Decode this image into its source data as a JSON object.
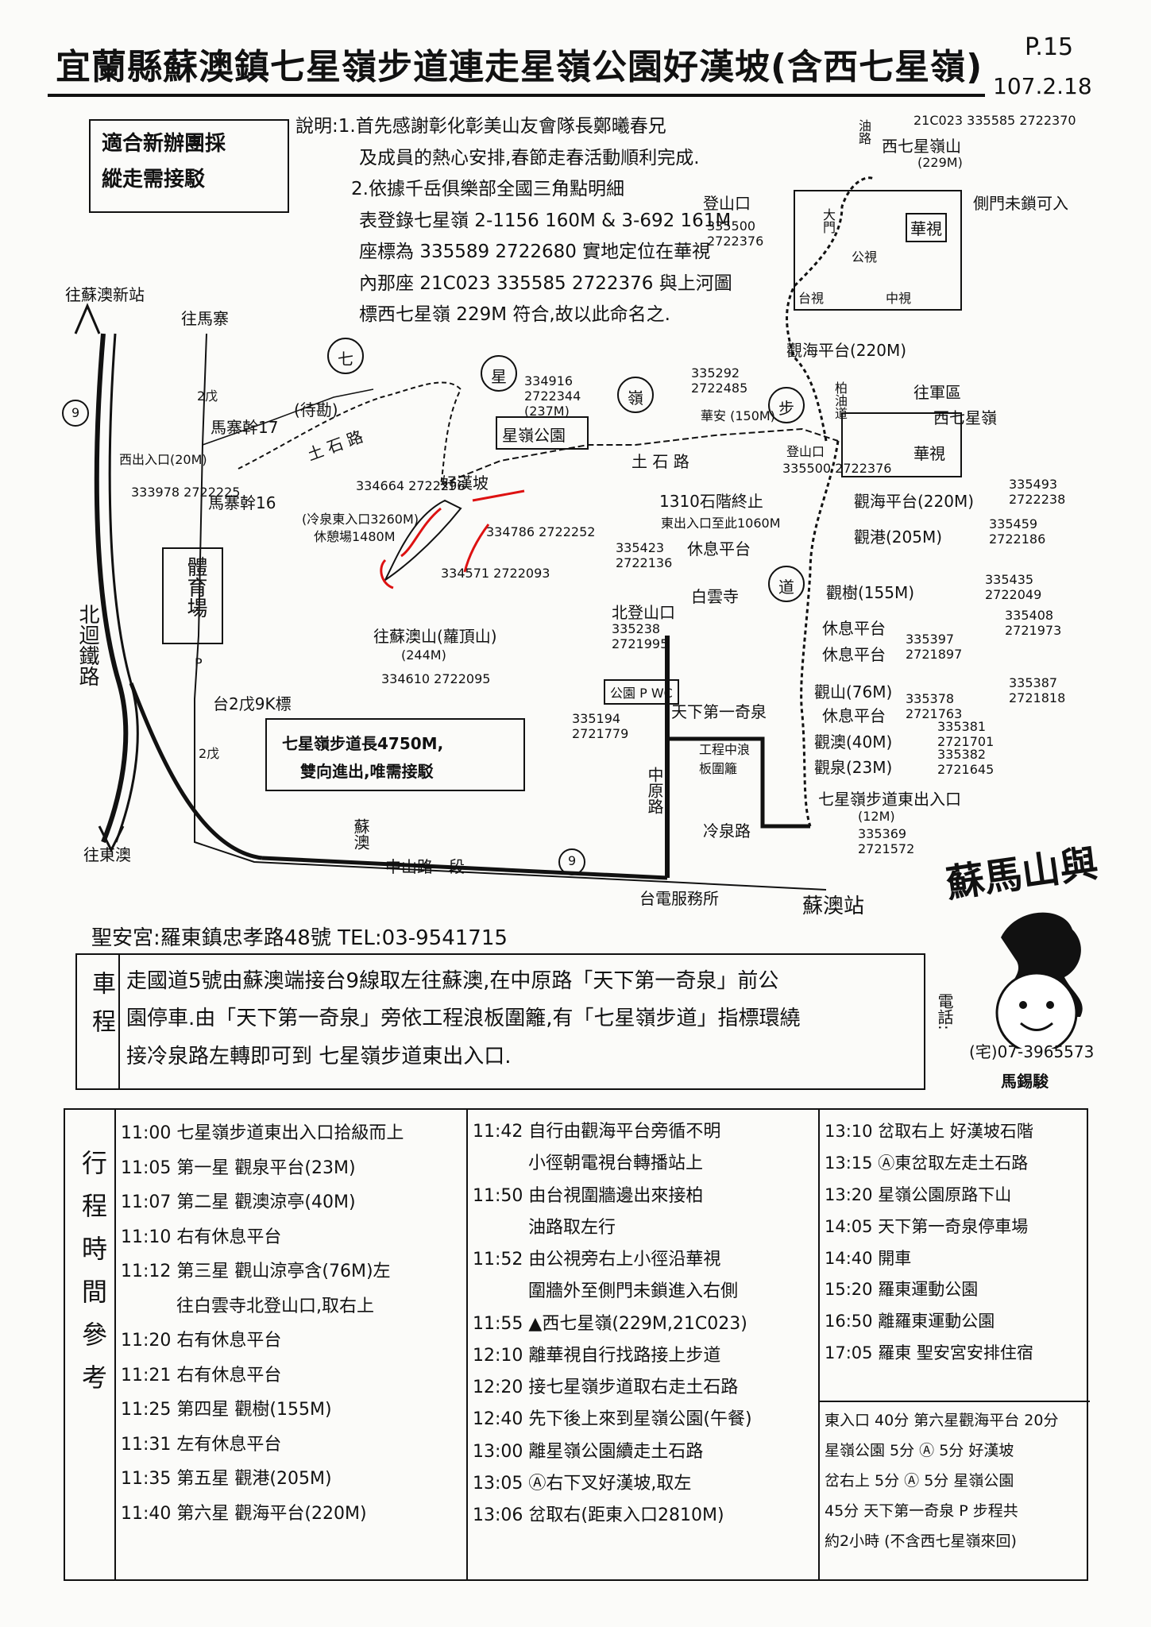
{
  "header": {
    "title": "宜蘭縣蘇澳鎮七星嶺步道連走星嶺公園好漢坡(含西七星嶺)",
    "page": "P.15",
    "date": "107.2.18"
  },
  "notice_box": [
    "適合新辦團採",
    "縱走需接駁"
  ],
  "notes": [
    "說明:1.首先感謝彰化彰美山友會隊長鄭曦春兄",
    "及成員的熱心安排,春節走春活動順利完成.",
    "2.依據千岳俱樂部全國三角點明細",
    "表登錄七星嶺 2-1156 160M & 3-692 161M",
    "座標為 335589 2722680 實地定位在華視",
    "內那座 21C023 335585 2722376 與上河圖",
    "標西七星嶺 229M 符合,故以此命名之."
  ],
  "map": {
    "labels": {
      "su_ao_new_station": "往蘇澳新站",
      "to_mazhai": "往馬寨",
      "road_2wu_top": "2戊",
      "road_9_left": "9",
      "mazhai_17": "馬寨幹17",
      "mazhai_16": "馬寨幹16",
      "pending": "(待勘)",
      "west_exit": "西出入口(20M)",
      "west_exit_coord": "333978 2722225",
      "stadium": "體育場",
      "p": "P",
      "north_line": "北迴鐵路",
      "to_dongao": "往東澳",
      "road_2wu_9k": "台2戊9K標",
      "road_2wu_bottom": "2戊",
      "xingling_park": "星嶺公園",
      "haohanpo": "好漢坡",
      "coord_haohanpo": "334664 2722296",
      "lengquan_east": "(冷泉東入口3260M)",
      "rest_area": "休憩場1480M",
      "coord_334786": "334786 2722252",
      "coord_334571": "334571 2722093",
      "to_suao_mtn": "往蘇澳山(蘿頂山)",
      "suao_mtn_alt": "(244M)",
      "suao_mtn_coord": "334610 2722095",
      "coord_334916": "334916 2722344 (237M)",
      "char_qi": "七",
      "char_xing": "星",
      "char_ling": "嶺",
      "char_bu": "步",
      "char_dao": "道",
      "stone_road_left": "土 石 路",
      "stone_road_right": "土 石 路",
      "huaan": "華安 (150M)",
      "coord_335292": "335292 2722485",
      "trailhead_top": "登山口",
      "trailhead_top_coord": "335500 2722376",
      "trailhead_mid": "登山口",
      "trailhead_mid_coord": "335500 2722376",
      "stone_steps_end": "1310石階終止",
      "stone_steps_end2": "東出入口至此1060M",
      "rest_platform": "休息平台",
      "coord_335423": "335423 2722136",
      "north_trailhead": "北登山口",
      "north_trailhead_coord": "335238 2721995",
      "baiyun_temple": "白雲寺",
      "park_wc": "公園 P WC",
      "coord_335194": "335194 2721779",
      "tianxia_spring": "天下第一奇泉",
      "zhongyuan_rd": "中原路",
      "engineering": "工程中浪板圍籬",
      "lengquan_rd": "冷泉路",
      "suao_sign": "蘇澳",
      "zhongshan_rd": "中山路一段",
      "road_9_bottom": "9",
      "service_center": "台電服務所",
      "suao_station": "蘇澳站",
      "guanhai_top": "觀海平台(220M)",
      "guanhai_mid": "觀海平台(220M)",
      "guanhai_mid_coord": "335493 2722238",
      "guangang": "觀港(205M)",
      "guangang_coord": "335459 2722186",
      "guanshu": "觀樹(155M)",
      "guanshu_coord": "335435 2722049",
      "rest1": "休息平台",
      "rest1_coord": "335408 2721973",
      "rest2": "休息平台",
      "rest2_coord": "335397 2721897",
      "guanshan": "觀山(76M)",
      "guanshan_coord": "335387 2721818",
      "rest3": "休息平台",
      "rest3_coord": "335378 2721763",
      "guanao": "觀澳(40M)",
      "guanao_coord": "335381 2721701",
      "guanquan": "觀泉(23M)",
      "guanquan_coord": "335382 2721645",
      "east_exit": "七星嶺步道東出入口",
      "east_exit_alt": "(12M)",
      "east_exit_coord": "335369 2721572",
      "west_qixing": "西七星嶺山",
      "west_qixing_alt": "(229M)",
      "west_qixing_coord": "21C023 335585 2722370",
      "side_gate": "側門未鎖可入",
      "oil_road": "油路",
      "main_gate": "大門",
      "cts": "華視",
      "pts": "公視",
      "ttv": "台視",
      "ctv": "中視",
      "to_military": "往軍區",
      "asphalt": "柏油道",
      "west_qixing_small": "西七星嶺",
      "cts_small": "華視",
      "total_box": "七星嶺步道長4750M,",
      "total_box2": "雙向進出,唯需接駁"
    }
  },
  "contact": "聖安宮:羅東鎮忠孝路48號 TEL:03-9541715",
  "directions": {
    "label": "車程",
    "text": [
      "走國道5號由蘇澳端接台9線取左往蘇澳,在中原路「天下第一奇泉」前公",
      "園停車.由「天下第一奇泉」旁依工程浪板圍籬,有「七星嶺步道」指標環繞",
      "接冷泉路左轉即可到 七星嶺步道東出入口."
    ]
  },
  "stamp": {
    "name": "蘇馬山與",
    "phone_label": "電話:",
    "phone": "(宅)07-3965573",
    "person": "馬錫駿"
  },
  "schedule": {
    "label": "行程時間參考",
    "col1": [
      "11:00 七星嶺步道東出入口拾級而上",
      "11:05 第一星 觀泉平台(23M)",
      "11:07 第二星 觀澳涼亭(40M)",
      "11:10 右有休息平台",
      "11:12 第三星 觀山涼亭含(76M)左",
      "往白雲寺北登山口,取右上",
      "11:20 右有休息平台",
      "11:21 右有休息平台",
      "11:25 第四星 觀樹(155M)",
      "11:31 左有休息平台",
      "11:35 第五星 觀港(205M)",
      "11:40 第六星 觀海平台(220M)"
    ],
    "col2": [
      "11:42 自行由觀海平台旁循不明",
      "小徑朝電視台轉播站上",
      "11:50 由台視圍牆邊出來接柏",
      "油路取左行",
      "11:52 由公視旁右上小徑沿華視",
      "圍牆外至側門未鎖進入右側",
      "11:55 ▲西七星嶺(229M,21C023)",
      "12:10 離華視自行找路接上步道",
      "12:20 接七星嶺步道取右走土石路",
      "12:40 先下後上來到星嶺公園(午餐)",
      "13:00 離星嶺公園續走土石路",
      "13:05 Ⓐ右下叉好漢坡,取左",
      "13:06 岔取右(距東入口2810M)"
    ],
    "col3": [
      "13:10 岔取右上 好漢坡石階",
      "13:15 Ⓐ東岔取左走土石路",
      "13:20 星嶺公園原路下山",
      "14:05 天下第一奇泉停車場",
      "14:40 開車",
      "15:20 羅東運動公園",
      "16:50 離羅東運動公園",
      "17:05 羅東 聖安宮安排住宿"
    ],
    "summary": [
      "東入口 40分 第六星觀海平台 20分",
      "星嶺公園 5分 Ⓐ 5分 好漢坡",
      "岔右上 5分 Ⓐ 5分 星嶺公園",
      "45分 天下第一奇泉 P 步程共",
      "約2小時 (不含西七星嶺來回)"
    ]
  }
}
